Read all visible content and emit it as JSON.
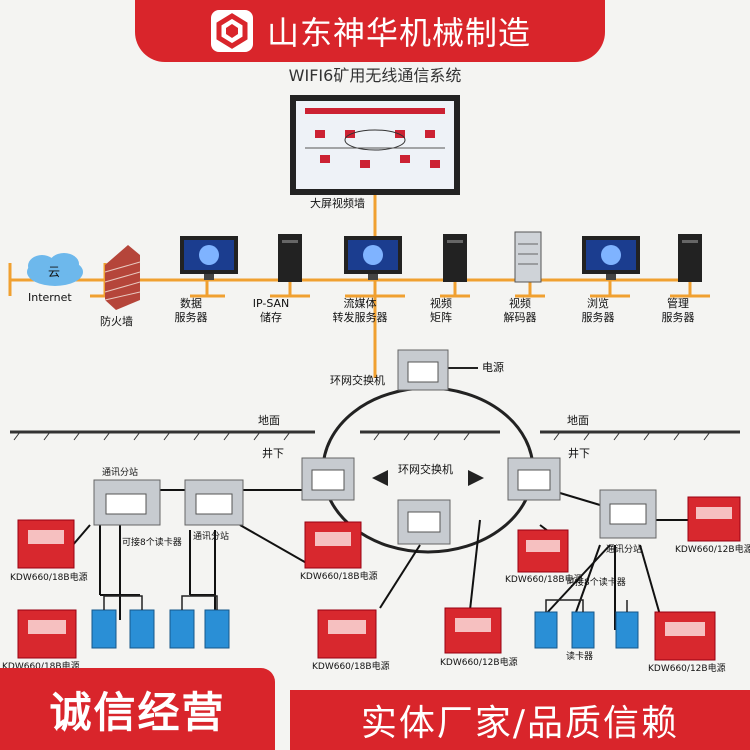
{
  "banner": {
    "title": "山东神华机械制造"
  },
  "subtitle": "WIFI6矿用无线通信系统",
  "video_wall": "大屏视频墙",
  "internet": "Internet",
  "cloud": "云",
  "firewall": "防火墙",
  "servers": [
    {
      "l1": "数据",
      "l2": "服务器"
    },
    {
      "l1": "IP-SAN",
      "l2": "储存"
    },
    {
      "l1": "流媒体",
      "l2": "转发服务器"
    },
    {
      "l1": "视频",
      "l2": "矩阵"
    },
    {
      "l1": "视频",
      "l2": "解码器"
    },
    {
      "l1": "浏览",
      "l2": "服务器"
    },
    {
      "l1": "管理",
      "l2": "服务器"
    }
  ],
  "ring_switch_top": "环网交换机",
  "power": "电源",
  "ground": "地面",
  "underground": "井下",
  "ring_switch_center": "环网交换机",
  "comm_substation": "通讯分站",
  "reader_note": "可接8个读卡器",
  "reader": "读卡器",
  "power_188": "KDW660/18B电源",
  "power_128": "KDW660/12B电源",
  "slogan_left": "诚信经营",
  "slogan_right": "实体厂家/品质信赖",
  "colors": {
    "brand_red": "#d9252b",
    "line_orange": "#f0a030",
    "device_red": "#d8282e",
    "reader_blue": "#2a8fd6"
  }
}
